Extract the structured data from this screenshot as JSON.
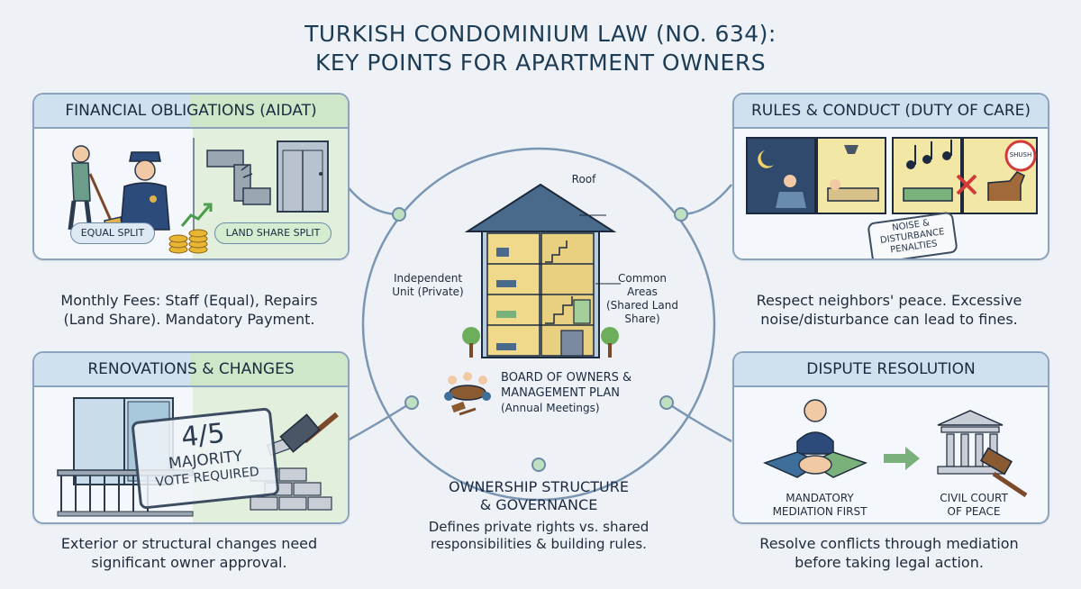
{
  "title": {
    "line1": "TURKISH CONDOMINIUM LAW (NO. 634):",
    "line2": "KEY POINTS FOR APARTMENT OWNERS"
  },
  "financial": {
    "heading": "FINANCIAL OBLIGATIONS (AIDAT)",
    "equal_split": "EQUAL SPLIT",
    "land_share_split": "LAND SHARE SPLIT",
    "caption_l1": "Monthly Fees: Staff (Equal), Repairs",
    "caption_l2": "(Land Share). Mandatory Payment."
  },
  "renovations": {
    "heading": "RENOVATIONS & CHANGES",
    "stamp_fraction": "4/5",
    "stamp_l1": "MAJORITY",
    "stamp_l2": "VOTE REQUIRED",
    "caption_l1": "Exterior or structural changes need",
    "caption_l2": "significant owner approval."
  },
  "center": {
    "roof": "Roof",
    "independent_l1": "Independent",
    "independent_l2": "Unit (Private)",
    "common_l1": "Common Areas",
    "common_l2": "(Shared Land",
    "common_l3": "Share)",
    "board_l1": "BOARD OF OWNERS &",
    "board_l2": "MANAGEMENT PLAN",
    "board_l3": "(Annual Meetings)",
    "structure_l1": "OWNERSHIP STRUCTURE",
    "structure_l2": "& GOVERNANCE",
    "desc_l1": "Defines private rights vs. shared",
    "desc_l2": "responsibilities & building rules."
  },
  "rules": {
    "heading": "RULES & CONDUCT (DUTY OF CARE)",
    "shush": "SHUSH",
    "stamp_l1": "NOISE &",
    "stamp_l2": "DISTURBANCE",
    "stamp_l3": "PENALTIES",
    "caption_l1": "Respect neighbors' peace. Excessive",
    "caption_l2": "noise/disturbance can lead to fines."
  },
  "dispute": {
    "heading": "DISPUTE RESOLUTION",
    "mediation_l1": "MANDATORY",
    "mediation_l2": "MEDIATION FIRST",
    "court_l1": "CIVIL COURT",
    "court_l2": "OF PEACE",
    "caption_l1": "Resolve conflicts through mediation",
    "caption_l2": "before taking legal action."
  },
  "colors": {
    "panel_border": "#8ba3bd",
    "header_blue": "#cfe0ef",
    "header_green": "#cfe6c8",
    "connector": "#6d8aa8",
    "node_green": "#bfe0c0",
    "navy": "#1d3c55"
  },
  "icons": [
    "janitor-icon",
    "security-guard-icon",
    "pipe-icon",
    "elevator-icon",
    "coin-stack-icon",
    "growth-arrow-icon",
    "balcony-door-icon",
    "brick-wall-icon",
    "hammer-icon",
    "apartment-building-icon",
    "meeting-table-icon",
    "gavel-icon",
    "moon-icon",
    "reading-person-icon",
    "sleeping-person-icon",
    "music-notes-icon",
    "barking-dog-icon",
    "no-sign-icon",
    "handshake-icon",
    "mediator-icon",
    "arrow-right-icon",
    "courthouse-icon",
    "tree-icon"
  ]
}
